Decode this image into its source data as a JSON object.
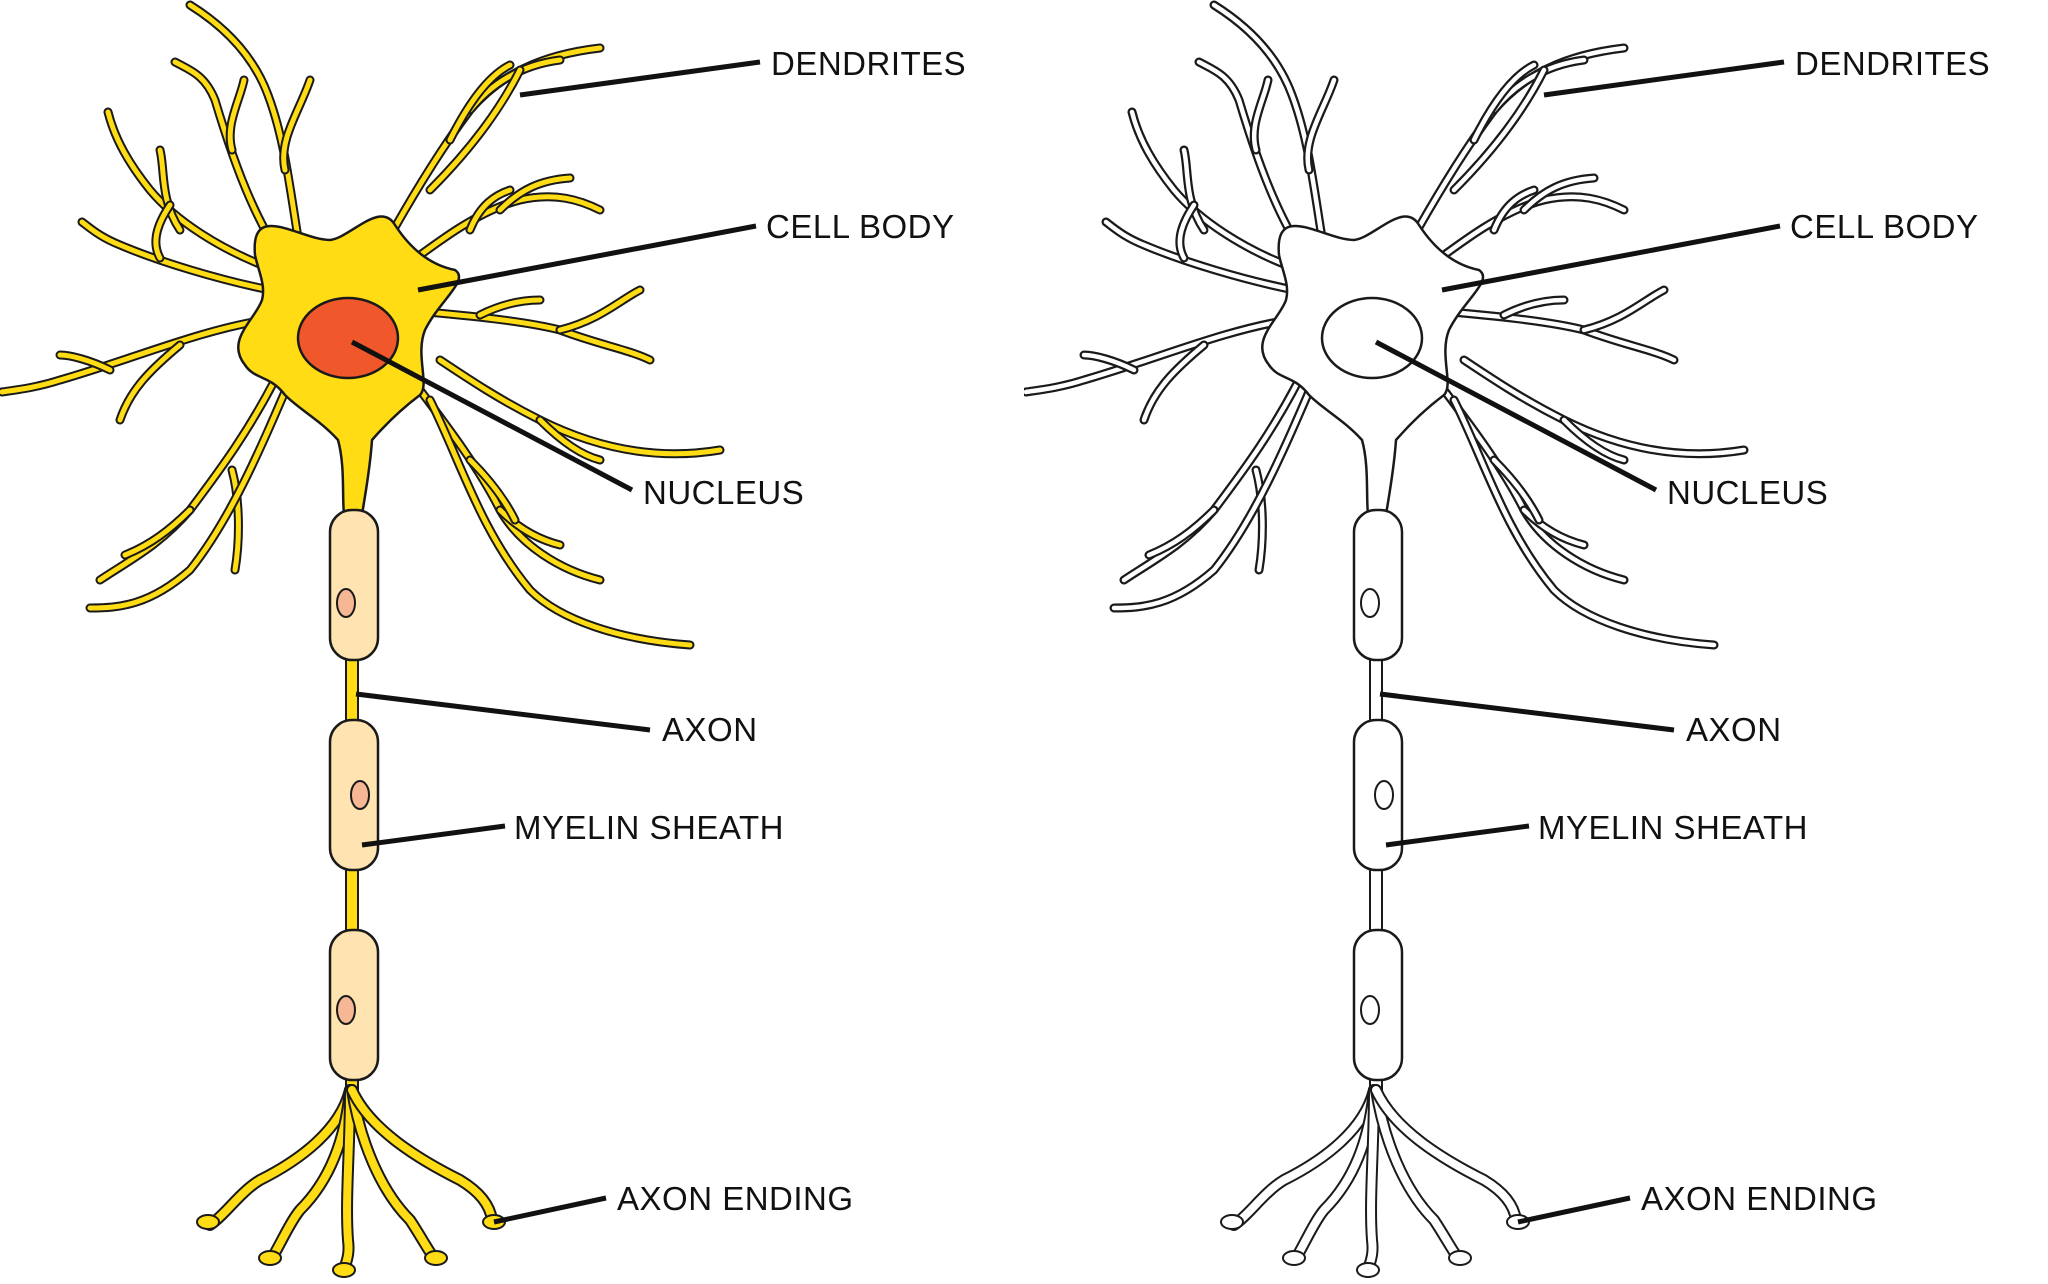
{
  "diagrams": [
    {
      "variant": "colored",
      "colors": {
        "cell": "#FFDC14",
        "nucleus": "#F0572A",
        "myelin": "#FFE3B0",
        "schwann_nucleus": "#F5B794",
        "outline": "#1A1A1A"
      },
      "labels": {
        "dendrites": "DENDRITES",
        "cell_body": "CELL BODY",
        "nucleus": "NUCLEUS",
        "axon": "AXON",
        "myelin_sheath": "MYELIN SHEATH",
        "axon_ending": "AXON ENDING"
      }
    },
    {
      "variant": "outline",
      "colors": {
        "cell": "#FFFFFF",
        "nucleus": "#FFFFFF",
        "myelin": "#FFFFFF",
        "schwann_nucleus": "#FFFFFF",
        "outline": "#1A1A1A"
      },
      "labels": {
        "dendrites": "DENDRITES",
        "cell_body": "CELL BODY",
        "nucleus": "NUCLEUS",
        "axon": "AXON",
        "myelin_sheath": "MYELIN SHEATH",
        "axon_ending": "AXON ENDING"
      }
    }
  ]
}
